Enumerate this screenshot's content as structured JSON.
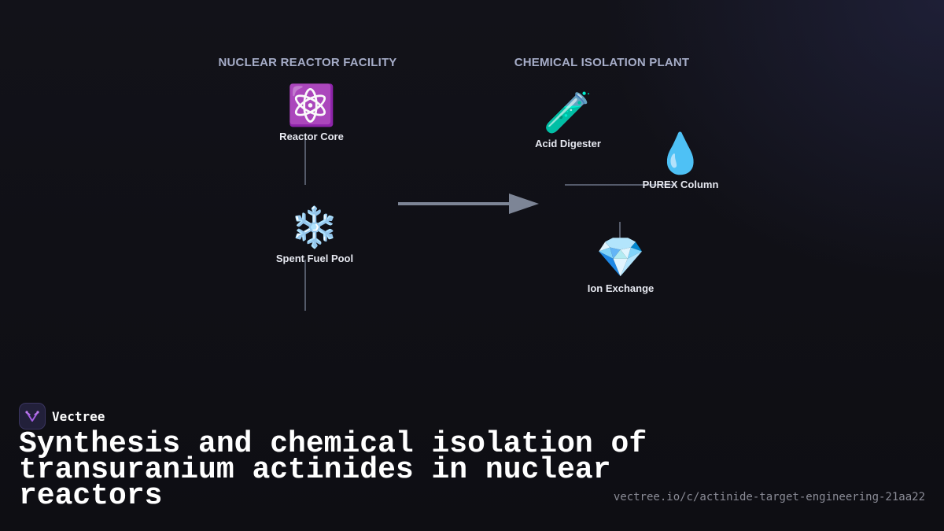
{
  "diagram": {
    "sections": [
      {
        "id": "reactor",
        "title": "NUCLEAR REACTOR FACILITY"
      },
      {
        "id": "chemical",
        "title": "CHEMICAL ISOLATION PLANT"
      }
    ],
    "nodes": {
      "reactor_core": {
        "label": "Reactor Core",
        "icon": "atom-icon",
        "glyph": "⚛️"
      },
      "spent_fuel_pool": {
        "label": "Spent Fuel Pool",
        "icon": "snowflake-icon",
        "glyph": "❄️"
      },
      "acid_digester": {
        "label": "Acid Digester",
        "icon": "test-tube-icon",
        "glyph": "🧪"
      },
      "purex_column": {
        "label": "PUREX Column",
        "icon": "droplet-icon",
        "glyph": "💧"
      },
      "ion_exchange": {
        "label": "Ion Exchange",
        "icon": "gem-icon",
        "glyph": "💎"
      }
    }
  },
  "brand": {
    "name": "Vectree",
    "icon": "vectree-logo-icon"
  },
  "footer": {
    "title": "Synthesis and chemical isolation of transuranium actinides in nuclear reactors",
    "url": "vectree.io/c/actinide-target-engineering-21aa22"
  },
  "colors": {
    "background": "#0f0f15",
    "section_title": "#a6adc8",
    "connector": "#6b7385",
    "arrow": "#7d8596",
    "brand_accent": "#a45ee5"
  }
}
